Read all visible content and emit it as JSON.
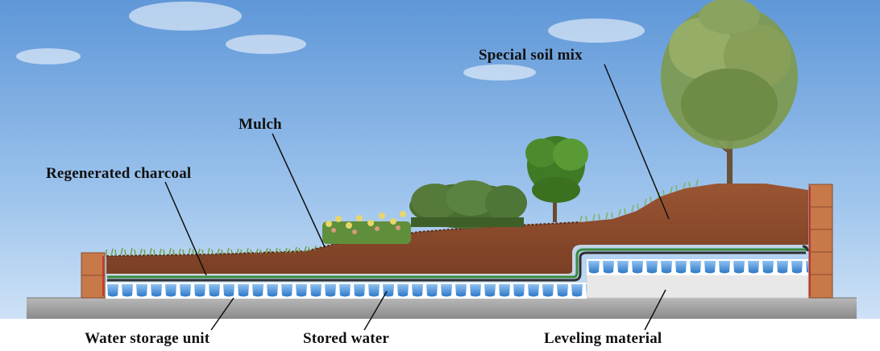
{
  "labels": {
    "special_soil_mix": "Special soil mix",
    "mulch": "Mulch",
    "regenerated_charcoal": "Regenerated charcoal",
    "water_storage_unit": "Water storage unit",
    "stored_water": "Stored water",
    "leveling_material": "Leveling material"
  },
  "colors": {
    "sky_top": "#5f97d8",
    "sky_bottom": "#dbe9f8",
    "soil": "#8a4a2b",
    "soil_dark": "#6e3a22",
    "brick": "#c7794a",
    "water": "#3f8fd6",
    "leveling": "#e8e8e8",
    "base_slab": "#9c9c9c",
    "grass": "#6fa24a",
    "foliage": "#4d7d2a",
    "membrane": "#3c8a3c"
  },
  "icons": [
    "tree-icon",
    "shrub-icon",
    "flowers-icon",
    "grass-icon"
  ]
}
